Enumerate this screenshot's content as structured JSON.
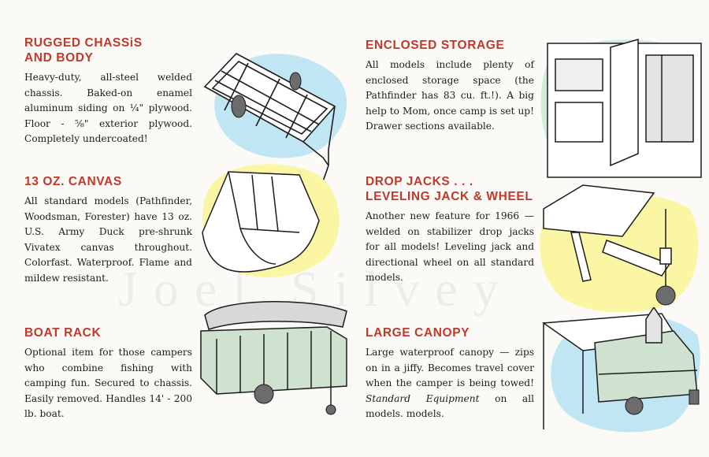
{
  "watermark": "Joel Silvey",
  "sections": {
    "chassis": {
      "heading_line1": "RUGGED CHASSiS",
      "heading_line2": "AND BODY",
      "body": "Heavy-duty, all-steel welded chassis. Baked-on enamel aluminum siding on ¼\" plywood. Floor - ⅝\" exterior plywood. Completely undercoated!"
    },
    "canvas": {
      "heading": "13 OZ. CANVAS",
      "body": "All standard models (Pathfinder, Woodsman, Forester) have 13 oz. U.S. Army Duck pre-shrunk Vivatex canvas throughout. Colorfast. Waterproof. Flame and mildew resistant."
    },
    "boat_rack": {
      "heading": "BOAT RACK",
      "body": "Optional item for those campers who combine fishing with camping fun. Secured to chassis. Easily removed. Handles 14' - 200 lb. boat."
    },
    "storage": {
      "heading": "ENCLOSED STORAGE",
      "body": "All models include plenty of enclosed storage space (the Pathfinder has 83 cu. ft.!). A big help to Mom, once camp is set up! Drawer sections available."
    },
    "jacks": {
      "heading_line1": "DROP JACKS . . .",
      "heading_line2": "LEVELING JACK & WHEEL",
      "body": "Another new feature for 1966 — welded on stabilizer drop jacks for all models! Leveling jack and directional wheel on all standard models."
    },
    "canopy": {
      "heading": "LARGE CANOPY",
      "body_main": "Large waterproof canopy — zips on in a jiffy. Becomes travel cover when the camper is being towed!",
      "body_em": "Standard Equipment",
      "body_tail": "on all models. models."
    }
  },
  "colors": {
    "heading": "#c0392b",
    "blob_blue": "#bfe6f2",
    "blob_yellow": "#fbf6a4",
    "blob_green": "#cdeedb"
  }
}
